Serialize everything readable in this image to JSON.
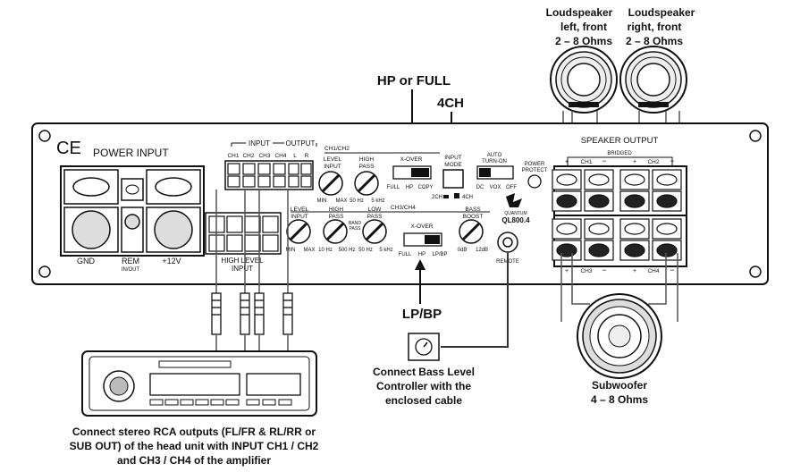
{
  "callouts": {
    "hp_full": "HP or FULL",
    "four_ch": "4CH",
    "lp_bp": "LP/BP",
    "spk_left": [
      "Loudspeaker",
      "left, front",
      "2 – 8 Ohms"
    ],
    "spk_right": [
      "Loudspeaker",
      "right, front",
      "2 – 8 Ohms"
    ],
    "subwoofer": [
      "Subwoofer",
      "4 – 8 Ohms"
    ],
    "bass_ctrl": [
      "Connect Bass Level",
      "Controller with the",
      "enclosed cable"
    ],
    "headunit": [
      "Connect stereo RCA outputs (FL/FR & RL/RR or",
      "SUB OUT) of the head unit with INPUT CH1 / CH2",
      "and CH3 / CH4 of the amplifier"
    ]
  },
  "panel": {
    "ce": "CE",
    "power_input": "POWER INPUT",
    "gnd": "GND",
    "rem": "REM",
    "rem_sub": "IN/OUT",
    "plus12": "+12V",
    "input": "INPUT",
    "output": "OUTPUT",
    "ch_labels": [
      "CH1",
      "CH2",
      "CH3",
      "CH4",
      "L",
      "R"
    ],
    "high_level": "HIGH LEVEL",
    "high_level2": "INPUT",
    "ch12": "CH1/CH2",
    "ch34": "CH3/CH4",
    "level_input": [
      "LEVEL",
      "INPUT"
    ],
    "min": "MIN",
    "max": "MAX",
    "high_pass": [
      "HIGH",
      "PASS"
    ],
    "hz50": "50 Hz",
    "khz5": "5 kHz",
    "xover": "X-OVER",
    "full": "FULL",
    "hp": "HP",
    "copy": "COPY",
    "input_mode": [
      "INPUT",
      "MODE"
    ],
    "two_ch": "2CH",
    "four_ch": "4CH",
    "auto_turn_on": [
      "AUTO",
      "TURN-ON"
    ],
    "dc": "DC",
    "vox": "VOX",
    "off": "OFF",
    "power_protect": [
      "POWER",
      "PROTECT"
    ],
    "quantum": "QUANTUM",
    "model": "QL800.4",
    "level_input2": [
      "LEVEL",
      "INPUT"
    ],
    "high_pass2": [
      "HIGH",
      "PASS"
    ],
    "band_pass": [
      "BAND",
      "PASS"
    ],
    "low_pass": [
      "LOW",
      "PASS"
    ],
    "hz10": "10 Hz",
    "hz500": "500 Hz",
    "hz50b": "50 Hz",
    "khz5b": "5 kHz",
    "xover2": "X-OVER",
    "full2": "FULL",
    "hp2": "HP",
    "lpbp": "LP/BP",
    "bass_boost": [
      "BASS",
      "BOOST"
    ],
    "db0": "0dB",
    "db12": "12dB",
    "remote": "REMOTE",
    "speaker_output": "SPEAKER OUTPUT",
    "bridged": "BRIDGED",
    "ch1": "CH1",
    "ch2": "CH2",
    "ch3": "CH3",
    "ch4": "CH4",
    "plus": "+",
    "minus": "−"
  }
}
